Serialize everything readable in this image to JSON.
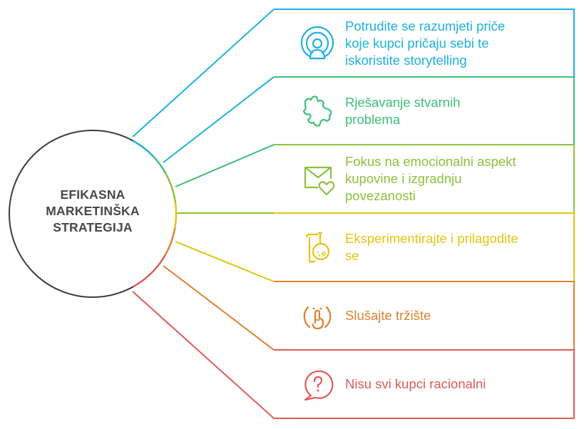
{
  "center": {
    "title_lines": [
      "EFIKASNA",
      "MARKETINŠKA",
      "STRATEGIJA"
    ],
    "color": "#484848"
  },
  "items": [
    {
      "lines": [
        "Potrudite se razumjeti priče",
        "koje kupci pričaju sebi te",
        "iskoristite storytelling"
      ],
      "color": "#1eb1dd",
      "icon": "broadcast-person-icon"
    },
    {
      "lines": [
        "Rješavanje stvarnih",
        "problema"
      ],
      "color": "#3dbf7a",
      "icon": "puzzle-piece-icon"
    },
    {
      "lines": [
        "Fokus na emocionalni aspekt",
        "kupovine i izgradnju",
        "povezanosti"
      ],
      "color": "#8dc13c",
      "icon": "envelope-heart-icon"
    },
    {
      "lines": [
        "Eksperimentirajte i prilagodite",
        "se"
      ],
      "color": "#e3c512",
      "icon": "scroll-flask-icon"
    },
    {
      "lines": [
        "Slušajte tržište"
      ],
      "color": "#dd8233",
      "icon": "shush-face-icon"
    },
    {
      "lines": [
        "Nisu svi kupci racionalni"
      ],
      "color": "#df5b5b",
      "icon": "question-bubble-icon"
    }
  ]
}
